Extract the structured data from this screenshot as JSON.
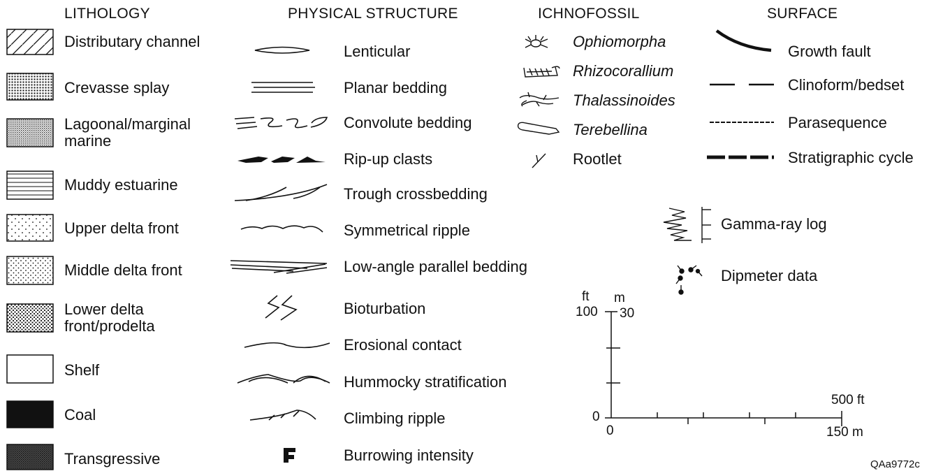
{
  "headers": {
    "lithology": "LITHOLOGY",
    "physical_structure": "PHYSICAL STRUCTURE",
    "ichnofossil": "ICHNOFOSSIL",
    "surface": "SURFACE"
  },
  "lithology": [
    {
      "label": "Distributary channel",
      "pattern": "diagonal-hatch"
    },
    {
      "label": "Crevasse splay",
      "pattern": "dense-dots"
    },
    {
      "label": "Lagoonal/marginal marine",
      "pattern": "fine-stipple"
    },
    {
      "label": "Muddy estuarine",
      "pattern": "horizontal-lines"
    },
    {
      "label": "Upper delta front",
      "pattern": "sparse-dots"
    },
    {
      "label": "Middle delta front",
      "pattern": "medium-dots"
    },
    {
      "label": "Lower delta front/prodelta",
      "pattern": "dense-dots"
    },
    {
      "label": "Shelf",
      "pattern": "blank"
    },
    {
      "label": "Coal",
      "pattern": "solid-black"
    },
    {
      "label": "Transgressive",
      "pattern": "dark-stipple"
    }
  ],
  "physical_structure": [
    {
      "label": "Lenticular",
      "icon": "lenticular-icon"
    },
    {
      "label": "Planar bedding",
      "icon": "planar-bedding-icon"
    },
    {
      "label": "Convolute bedding",
      "icon": "convolute-bedding-icon"
    },
    {
      "label": "Rip-up clasts",
      "icon": "rip-up-clasts-icon"
    },
    {
      "label": "Trough crossbedding",
      "icon": "trough-crossbedding-icon"
    },
    {
      "label": "Symmetrical ripple",
      "icon": "symmetrical-ripple-icon"
    },
    {
      "label": "Low-angle parallel bedding",
      "icon": "low-angle-bedding-icon"
    },
    {
      "label": "Bioturbation",
      "icon": "bioturbation-icon"
    },
    {
      "label": "Erosional contact",
      "icon": "erosional-contact-icon"
    },
    {
      "label": "Hummocky stratification",
      "icon": "hummocky-icon"
    },
    {
      "label": "Climbing ripple",
      "icon": "climbing-ripple-icon"
    },
    {
      "label": "Burrowing intensity",
      "icon": "burrowing-intensity-icon"
    }
  ],
  "ichnofossil": [
    {
      "label": "Ophiomorpha",
      "italic": true,
      "icon": "ophiomorpha-icon"
    },
    {
      "label": "Rhizocorallium",
      "italic": true,
      "icon": "rhizocorallium-icon"
    },
    {
      "label": "Thalassinoides",
      "italic": true,
      "icon": "thalassinoides-icon"
    },
    {
      "label": "Terebellina",
      "italic": true,
      "icon": "terebellina-icon"
    },
    {
      "label": "Rootlet",
      "italic": false,
      "icon": "rootlet-icon"
    }
  ],
  "surface": [
    {
      "label": "Growth fault",
      "icon": "growth-fault-icon"
    },
    {
      "label": "Clinoform/bedset",
      "icon": "clinoform-icon"
    },
    {
      "label": "Parasequence",
      "icon": "parasequence-icon"
    },
    {
      "label": "Stratigraphic cycle",
      "icon": "stratigraphic-cycle-icon"
    }
  ],
  "logs": {
    "gamma_ray": "Gamma-ray log",
    "dipmeter": "Dipmeter data"
  },
  "scale": {
    "vertical_unit_ft": "ft",
    "vertical_unit_m": "m",
    "v_max_ft": "100",
    "v_max_m": "30",
    "origin": "0",
    "h_origin": "0",
    "h_max_ft": "500 ft",
    "h_max_m": "150 m"
  },
  "figure_code": "QAa9772c"
}
